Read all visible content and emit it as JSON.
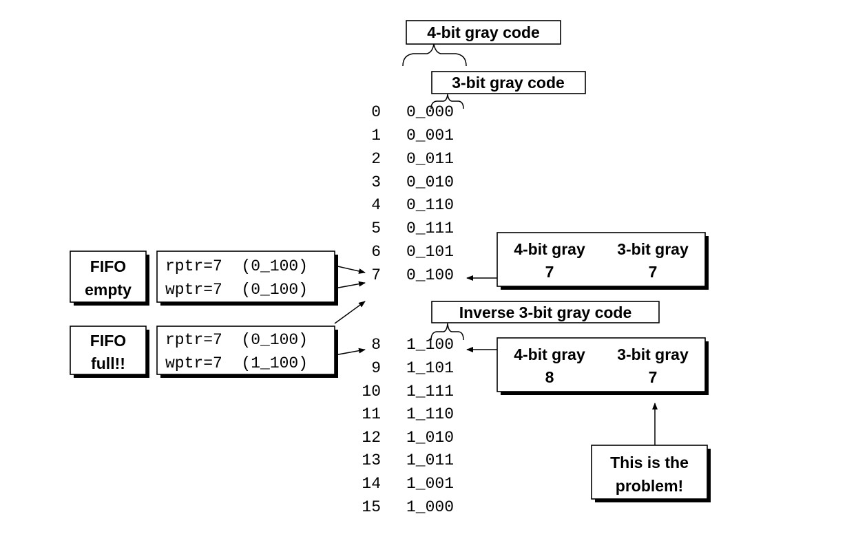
{
  "labels": {
    "four_bit_title": "4-bit gray code",
    "three_bit_title": "3-bit gray code",
    "inverse_title": "Inverse 3-bit gray code"
  },
  "rows": [
    {
      "index": "0",
      "code": "0_000"
    },
    {
      "index": "1",
      "code": "0_001"
    },
    {
      "index": "2",
      "code": "0_011"
    },
    {
      "index": "3",
      "code": "0_010"
    },
    {
      "index": "4",
      "code": "0_110"
    },
    {
      "index": "5",
      "code": "0_111"
    },
    {
      "index": "6",
      "code": "0_101"
    },
    {
      "index": "7",
      "code": "0_100"
    },
    {
      "index": "8",
      "code": "1_100"
    },
    {
      "index": "9",
      "code": "1_101"
    },
    {
      "index": "10",
      "code": "1_111"
    },
    {
      "index": "11",
      "code": "1_110"
    },
    {
      "index": "12",
      "code": "1_010"
    },
    {
      "index": "13",
      "code": "1_011"
    },
    {
      "index": "14",
      "code": "1_001"
    },
    {
      "index": "15",
      "code": "1_000"
    }
  ],
  "fifo_empty": {
    "label_line1": "FIFO",
    "label_line2": "empty",
    "rptr": "rptr=7  (0_100)",
    "wptr": "wptr=7  (0_100)"
  },
  "fifo_full": {
    "label_line1": "FIFO",
    "label_line2": "full!!",
    "rptr": "rptr=7  (0_100)",
    "wptr": "wptr=7  (1_100)"
  },
  "compare_top": {
    "head_left": "4-bit gray",
    "head_right": "3-bit gray",
    "val_left": "7",
    "val_right": "7"
  },
  "compare_bottom": {
    "head_left": "4-bit gray",
    "head_right": "3-bit gray",
    "val_left": "8",
    "val_right": "7"
  },
  "problem": {
    "line1": "This is the",
    "line2": "problem!"
  }
}
